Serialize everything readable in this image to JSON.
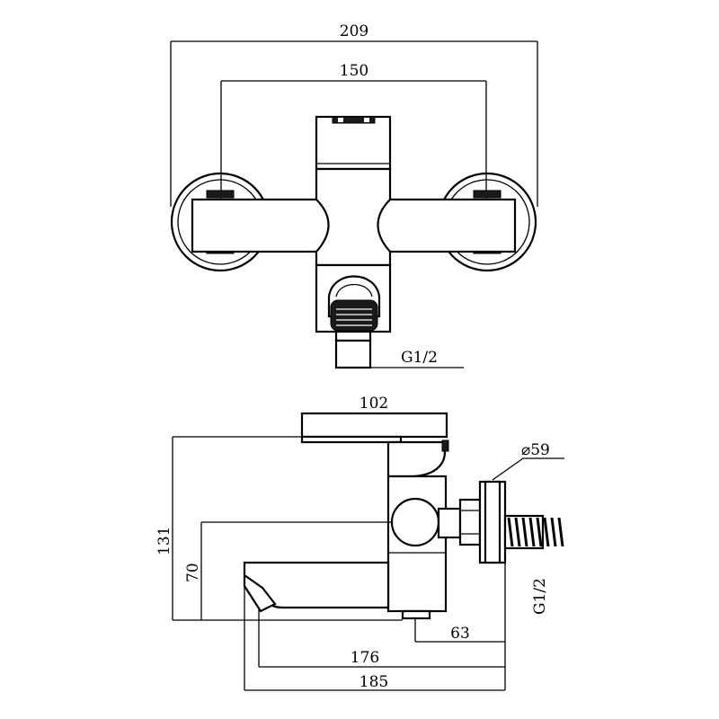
{
  "top_view": {
    "dimensions": {
      "overall_width": "209",
      "center_distance": "150",
      "inlet_thread": "G1/2"
    }
  },
  "side_view": {
    "dimensions": {
      "handle_width": "102",
      "flange_diameter": "⌀59",
      "total_height": "131",
      "spout_height": "70",
      "spout_offset": "63",
      "spout_reach": "176",
      "total_depth": "185",
      "connector_thread": "G1/2"
    }
  }
}
